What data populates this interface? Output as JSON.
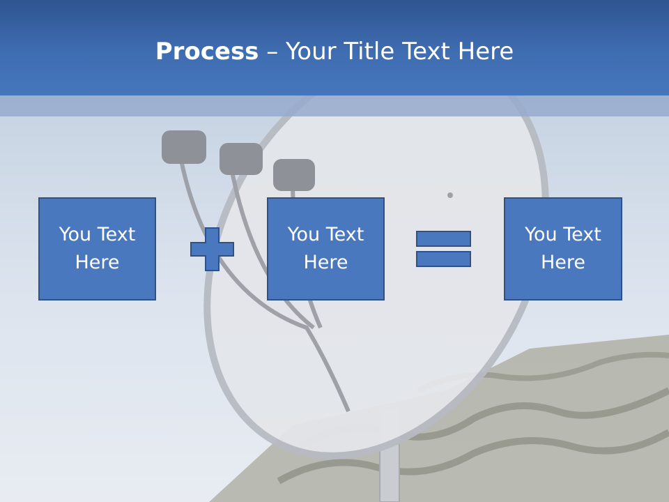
{
  "slide": {
    "title_bold": "Process",
    "title_rest": " – Your Title Text Here",
    "boxes": [
      {
        "text": "You Text Here"
      },
      {
        "text": "You Text Here"
      },
      {
        "text": "You Text Here"
      }
    ],
    "operators": [
      "plus-icon",
      "equals-icon"
    ],
    "colors": {
      "header": "#3f6db2",
      "box_fill": "#4a78be",
      "box_border": "#2e5287",
      "text": "#ffffff"
    }
  }
}
